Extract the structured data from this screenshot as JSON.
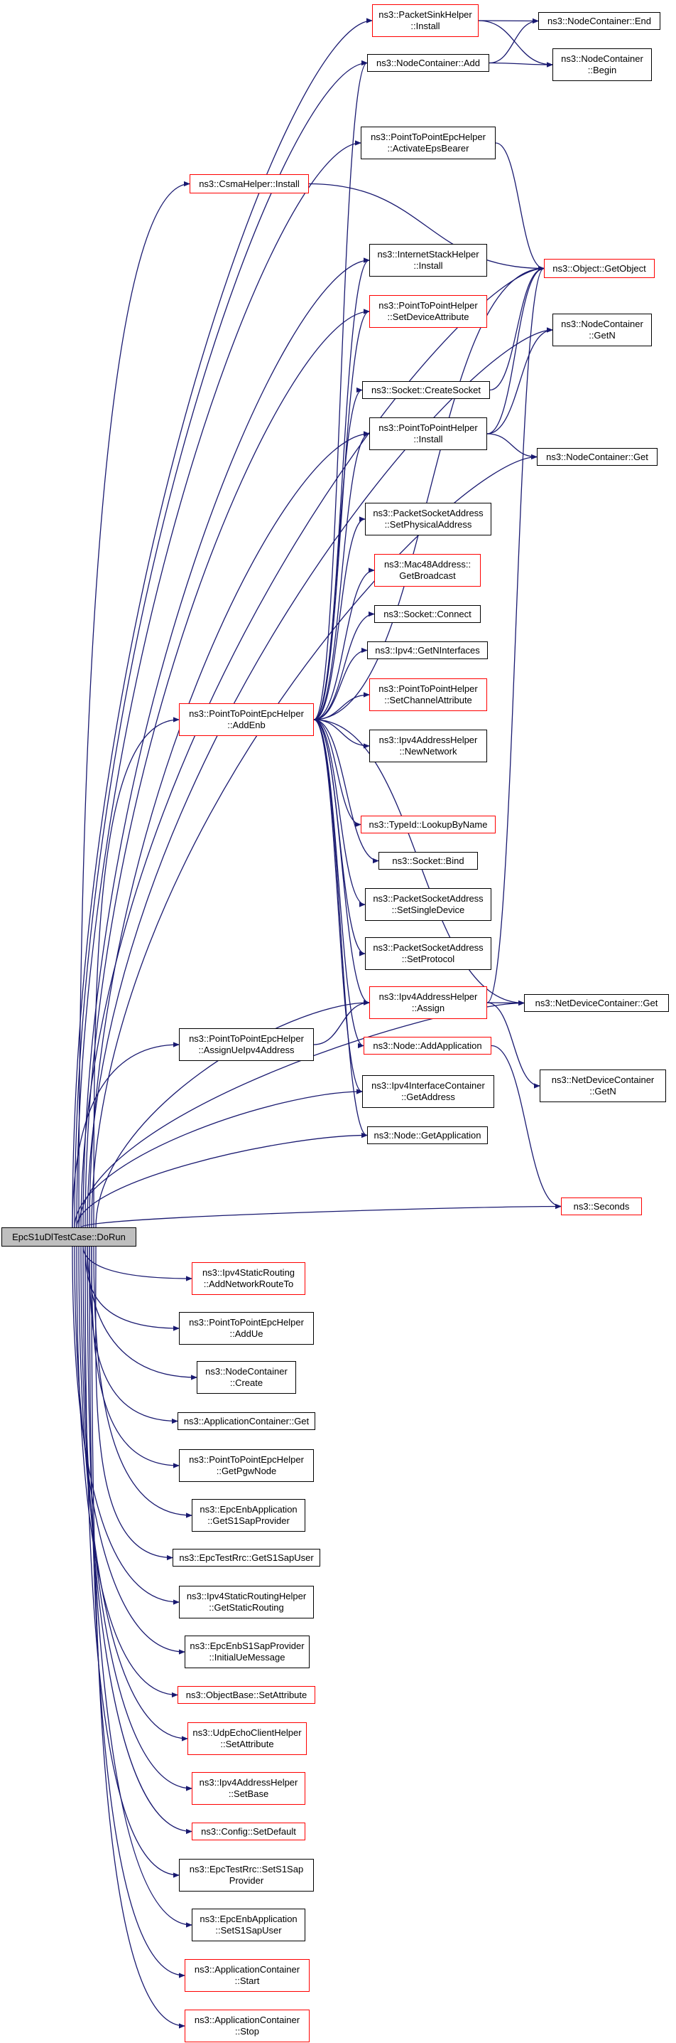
{
  "colors": {
    "edge": "#191970",
    "node_border": "#000000",
    "node_border_external": "#ff0000",
    "root_fill": "#bfbfbf"
  },
  "nodes": [
    {
      "id": "root",
      "label": "EpcS1uDlTestCase::DoRun",
      "style": "root"
    },
    {
      "id": "packetsinkhelper_install",
      "label": "ns3::PacketSinkHelper\n::Install",
      "style": "red"
    },
    {
      "id": "nodecontainer_end",
      "label": "ns3::NodeContainer::End",
      "style": "normal"
    },
    {
      "id": "nodecontainer_add",
      "label": "ns3::NodeContainer::Add",
      "style": "normal"
    },
    {
      "id": "nodecontainer_begin",
      "label": "ns3::NodeContainer\n::Begin",
      "style": "normal"
    },
    {
      "id": "p2pepc_activateepsbearer",
      "label": "ns3::PointToPointEpcHelper\n::ActivateEpsBearer",
      "style": "normal"
    },
    {
      "id": "csmahelper_install",
      "label": "ns3::CsmaHelper::Install",
      "style": "red"
    },
    {
      "id": "object_getobject",
      "label": "ns3::Object::GetObject",
      "style": "red"
    },
    {
      "id": "internetstackhelper_install",
      "label": "ns3::InternetStackHelper\n::Install",
      "style": "normal"
    },
    {
      "id": "p2phelper_setdeviceattribute",
      "label": "ns3::PointToPointHelper\n::SetDeviceAttribute",
      "style": "red"
    },
    {
      "id": "nodecontainer_getn",
      "label": "ns3::NodeContainer\n::GetN",
      "style": "normal"
    },
    {
      "id": "socket_createsocket",
      "label": "ns3::Socket::CreateSocket",
      "style": "normal"
    },
    {
      "id": "p2phelper_install",
      "label": "ns3::PointToPointHelper\n::Install",
      "style": "normal"
    },
    {
      "id": "nodecontainer_get",
      "label": "ns3::NodeContainer::Get",
      "style": "normal"
    },
    {
      "id": "packetsocketaddress_setphysicaladdress",
      "label": "ns3::PacketSocketAddress\n::SetPhysicalAddress",
      "style": "normal"
    },
    {
      "id": "mac48address_getbroadcast",
      "label": "ns3::Mac48Address::\nGetBroadcast",
      "style": "red"
    },
    {
      "id": "socket_connect",
      "label": "ns3::Socket::Connect",
      "style": "normal"
    },
    {
      "id": "ipv4_getninterfaces",
      "label": "ns3::Ipv4::GetNInterfaces",
      "style": "normal"
    },
    {
      "id": "p2phelper_setchannelattribute",
      "label": "ns3::PointToPointHelper\n::SetChannelAttribute",
      "style": "red"
    },
    {
      "id": "p2pepc_addenb",
      "label": "ns3::PointToPointEpcHelper\n::AddEnb",
      "style": "red"
    },
    {
      "id": "ipv4addresshelper_newnetwork",
      "label": "ns3::Ipv4AddressHelper\n::NewNetwork",
      "style": "normal"
    },
    {
      "id": "typeid_lookupbyname",
      "label": "ns3::TypeId::LookupByName",
      "style": "red"
    },
    {
      "id": "socket_bind",
      "label": "ns3::Socket::Bind",
      "style": "normal"
    },
    {
      "id": "packetsocketaddress_setsingledevice",
      "label": "ns3::PacketSocketAddress\n::SetSingleDevice",
      "style": "normal"
    },
    {
      "id": "packetsocketaddress_setprotocol",
      "label": "ns3::PacketSocketAddress\n::SetProtocol",
      "style": "normal"
    },
    {
      "id": "ipv4addresshelper_assign",
      "label": "ns3::Ipv4AddressHelper\n::Assign",
      "style": "red"
    },
    {
      "id": "netdevicecontainer_get",
      "label": "ns3::NetDeviceContainer::Get",
      "style": "normal"
    },
    {
      "id": "p2pepc_assignueipv4address",
      "label": "ns3::PointToPointEpcHelper\n::AssignUeIpv4Address",
      "style": "normal"
    },
    {
      "id": "node_addapplication",
      "label": "ns3::Node::AddApplication",
      "style": "red"
    },
    {
      "id": "netdevicecontainer_getn",
      "label": "ns3::NetDeviceContainer\n::GetN",
      "style": "normal"
    },
    {
      "id": "ipv4interfacecontainer_getaddress",
      "label": "ns3::Ipv4InterfaceContainer\n::GetAddress",
      "style": "normal"
    },
    {
      "id": "node_getapplication",
      "label": "ns3::Node::GetApplication",
      "style": "normal"
    },
    {
      "id": "seconds",
      "label": "ns3::Seconds",
      "style": "red"
    },
    {
      "id": "ipv4staticrouting_addnetworkrouteto",
      "label": "ns3::Ipv4StaticRouting\n::AddNetworkRouteTo",
      "style": "red"
    },
    {
      "id": "p2pepc_addue",
      "label": "ns3::PointToPointEpcHelper\n::AddUe",
      "style": "normal"
    },
    {
      "id": "nodecontainer_create",
      "label": "ns3::NodeContainer\n::Create",
      "style": "normal"
    },
    {
      "id": "applicationcontainer_get",
      "label": "ns3::ApplicationContainer::Get",
      "style": "normal"
    },
    {
      "id": "p2pepc_getpgwnode",
      "label": "ns3::PointToPointEpcHelper\n::GetPgwNode",
      "style": "normal"
    },
    {
      "id": "epcenbapplication_gets1sapprovider",
      "label": "ns3::EpcEnbApplication\n::GetS1SapProvider",
      "style": "normal"
    },
    {
      "id": "epctestrrc_gets1sapuser",
      "label": "ns3::EpcTestRrc::GetS1SapUser",
      "style": "normal"
    },
    {
      "id": "ipv4staticroutinghelper_getstaticrouting",
      "label": "ns3::Ipv4StaticRoutingHelper\n::GetStaticRouting",
      "style": "normal"
    },
    {
      "id": "epcenbs1sapprovider_initialuemessage",
      "label": "ns3::EpcEnbS1SapProvider\n::InitialUeMessage",
      "style": "normal"
    },
    {
      "id": "objectbase_setattribute",
      "label": "ns3::ObjectBase::SetAttribute",
      "style": "red"
    },
    {
      "id": "udpechoclienthelper_setattribute",
      "label": "ns3::UdpEchoClientHelper\n::SetAttribute",
      "style": "red"
    },
    {
      "id": "ipv4addresshelper_setbase",
      "label": "ns3::Ipv4AddressHelper\n::SetBase",
      "style": "red"
    },
    {
      "id": "config_setdefault",
      "label": "ns3::Config::SetDefault",
      "style": "red"
    },
    {
      "id": "epctestrrc_sets1sapprovider",
      "label": "ns3::EpcTestRrc::SetS1Sap\nProvider",
      "style": "normal"
    },
    {
      "id": "epcenbapplication_sets1sapuser",
      "label": "ns3::EpcEnbApplication\n::SetS1SapUser",
      "style": "normal"
    },
    {
      "id": "applicationcontainer_start",
      "label": "ns3::ApplicationContainer\n::Start",
      "style": "red"
    },
    {
      "id": "applicationcontainer_stop",
      "label": "ns3::ApplicationContainer\n::Stop",
      "style": "red"
    }
  ],
  "edges": [
    [
      "root",
      "packetsinkhelper_install"
    ],
    [
      "root",
      "nodecontainer_add"
    ],
    [
      "root",
      "p2pepc_activateepsbearer"
    ],
    [
      "root",
      "csmahelper_install"
    ],
    [
      "root",
      "object_getobject"
    ],
    [
      "root",
      "internetstackhelper_install"
    ],
    [
      "root",
      "p2phelper_setdeviceattribute"
    ],
    [
      "root",
      "nodecontainer_getn"
    ],
    [
      "root",
      "p2phelper_install"
    ],
    [
      "root",
      "nodecontainer_get"
    ],
    [
      "root",
      "p2pepc_addenb"
    ],
    [
      "root",
      "ipv4addresshelper_assign"
    ],
    [
      "root",
      "p2pepc_assignueipv4address"
    ],
    [
      "root",
      "ipv4interfacecontainer_getaddress"
    ],
    [
      "root",
      "node_getapplication"
    ],
    [
      "root",
      "netdevicecontainer_get"
    ],
    [
      "root",
      "seconds"
    ],
    [
      "root",
      "ipv4staticrouting_addnetworkrouteto"
    ],
    [
      "root",
      "p2pepc_addue"
    ],
    [
      "root",
      "nodecontainer_create"
    ],
    [
      "root",
      "applicationcontainer_get"
    ],
    [
      "root",
      "p2pepc_getpgwnode"
    ],
    [
      "root",
      "epcenbapplication_gets1sapprovider"
    ],
    [
      "root",
      "epctestrrc_gets1sapuser"
    ],
    [
      "root",
      "ipv4staticroutinghelper_getstaticrouting"
    ],
    [
      "root",
      "epcenbs1sapprovider_initialuemessage"
    ],
    [
      "root",
      "objectbase_setattribute"
    ],
    [
      "root",
      "udpechoclienthelper_setattribute"
    ],
    [
      "root",
      "ipv4addresshelper_setbase"
    ],
    [
      "root",
      "config_setdefault"
    ],
    [
      "root",
      "epctestrrc_sets1sapprovider"
    ],
    [
      "root",
      "epcenbapplication_sets1sapuser"
    ],
    [
      "root",
      "applicationcontainer_start"
    ],
    [
      "root",
      "applicationcontainer_stop"
    ],
    [
      "packetsinkhelper_install",
      "nodecontainer_end"
    ],
    [
      "packetsinkhelper_install",
      "nodecontainer_begin"
    ],
    [
      "nodecontainer_add",
      "nodecontainer_end"
    ],
    [
      "nodecontainer_add",
      "nodecontainer_begin"
    ],
    [
      "p2pepc_activateepsbearer",
      "object_getobject"
    ],
    [
      "csmahelper_install",
      "object_getobject"
    ],
    [
      "socket_createsocket",
      "object_getobject"
    ],
    [
      "p2phelper_install",
      "object_getobject"
    ],
    [
      "p2phelper_install",
      "nodecontainer_get"
    ],
    [
      "p2phelper_install",
      "nodecontainer_getn"
    ],
    [
      "p2pepc_addenb",
      "nodecontainer_add"
    ],
    [
      "p2pepc_addenb",
      "object_getobject"
    ],
    [
      "p2pepc_addenb",
      "internetstackhelper_install"
    ],
    [
      "p2pepc_addenb",
      "p2phelper_setdeviceattribute"
    ],
    [
      "p2pepc_addenb",
      "socket_createsocket"
    ],
    [
      "p2pepc_addenb",
      "p2phelper_install"
    ],
    [
      "p2pepc_addenb",
      "packetsocketaddress_setphysicaladdress"
    ],
    [
      "p2pepc_addenb",
      "mac48address_getbroadcast"
    ],
    [
      "p2pepc_addenb",
      "socket_connect"
    ],
    [
      "p2pepc_addenb",
      "ipv4_getninterfaces"
    ],
    [
      "p2pepc_addenb",
      "p2phelper_setchannelattribute"
    ],
    [
      "p2pepc_addenb",
      "ipv4addresshelper_newnetwork"
    ],
    [
      "p2pepc_addenb",
      "typeid_lookupbyname"
    ],
    [
      "p2pepc_addenb",
      "socket_bind"
    ],
    [
      "p2pepc_addenb",
      "packetsocketaddress_setsingledevice"
    ],
    [
      "p2pepc_addenb",
      "packetsocketaddress_setprotocol"
    ],
    [
      "p2pepc_addenb",
      "ipv4addresshelper_assign"
    ],
    [
      "p2pepc_addenb",
      "netdevicecontainer_get"
    ],
    [
      "p2pepc_addenb",
      "node_addapplication"
    ],
    [
      "p2pepc_addenb",
      "ipv4interfacecontainer_getaddress"
    ],
    [
      "p2pepc_addenb",
      "node_getapplication"
    ],
    [
      "ipv4addresshelper_assign",
      "object_getobject"
    ],
    [
      "ipv4addresshelper_assign",
      "netdevicecontainer_get"
    ],
    [
      "ipv4addresshelper_assign",
      "netdevicecontainer_getn"
    ],
    [
      "node_addapplication",
      "seconds"
    ],
    [
      "p2pepc_assignueipv4address",
      "ipv4addresshelper_assign"
    ]
  ]
}
